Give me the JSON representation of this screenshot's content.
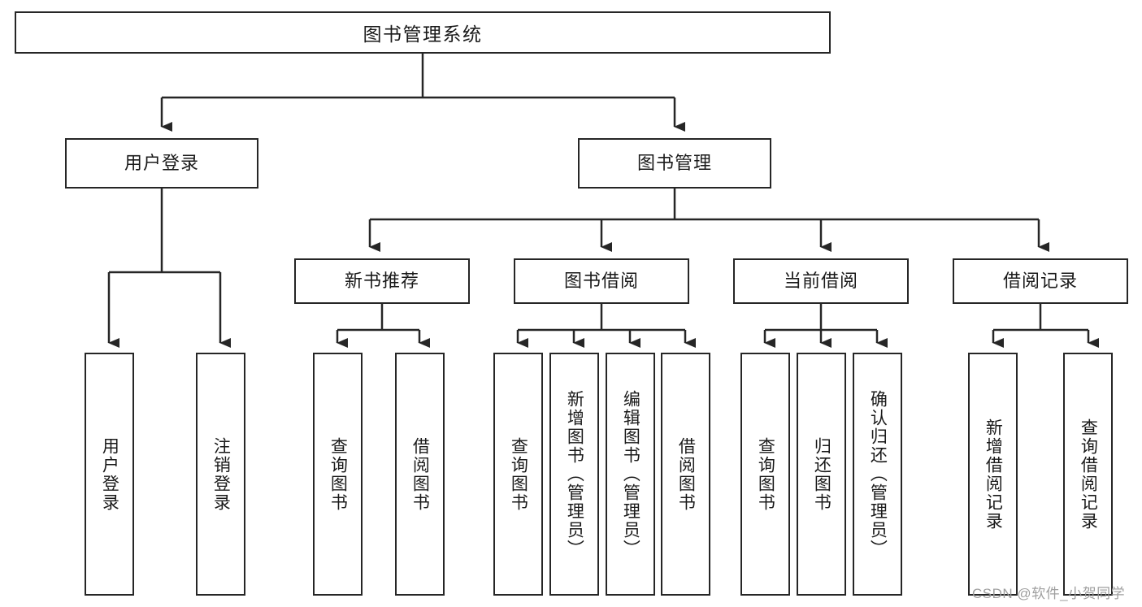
{
  "diagram": {
    "type": "tree-hierarchy",
    "title": "图书管理系统",
    "root": {
      "label": "图书管理系统"
    },
    "level2": [
      {
        "id": "user-login",
        "label": "用户登录"
      },
      {
        "id": "book-manage",
        "label": "图书管理"
      }
    ],
    "level3": [
      {
        "id": "new-book-rec",
        "label": "新书推荐",
        "parent": "book-manage"
      },
      {
        "id": "book-borrow",
        "label": "图书借阅",
        "parent": "book-manage"
      },
      {
        "id": "current-borrow",
        "label": "当前借阅",
        "parent": "book-manage"
      },
      {
        "id": "borrow-record",
        "label": "借阅记录",
        "parent": "book-manage"
      }
    ],
    "leaves": [
      {
        "id": "leaf-user-login",
        "label": "用户登录",
        "parent": "user-login"
      },
      {
        "id": "leaf-user-logout",
        "label": "注销登录",
        "parent": "user-login"
      },
      {
        "id": "leaf-query-book-1",
        "label": "查询图书",
        "parent": "new-book-rec"
      },
      {
        "id": "leaf-borrow-book-1",
        "label": "借阅图书",
        "parent": "new-book-rec"
      },
      {
        "id": "leaf-query-book-2",
        "label": "查询图书",
        "parent": "book-borrow"
      },
      {
        "id": "leaf-add-book",
        "label": "新增图书（管理员）",
        "parent": "book-borrow"
      },
      {
        "id": "leaf-edit-book",
        "label": "编辑图书（管理员）",
        "parent": "book-borrow"
      },
      {
        "id": "leaf-borrow-book-2",
        "label": "借阅图书",
        "parent": "book-borrow"
      },
      {
        "id": "leaf-query-book-3",
        "label": "查询图书",
        "parent": "current-borrow"
      },
      {
        "id": "leaf-return-book",
        "label": "归还图书",
        "parent": "current-borrow"
      },
      {
        "id": "leaf-confirm-return",
        "label": "确认归还（管理员）",
        "parent": "current-borrow"
      },
      {
        "id": "leaf-add-record",
        "label": "新增借阅记录",
        "parent": "borrow-record"
      },
      {
        "id": "leaf-query-record",
        "label": "查询借阅记录",
        "parent": "borrow-record"
      }
    ],
    "colors": {
      "stroke": "#262626",
      "fill": "#ffffff",
      "text": "#1a1a1a",
      "watermark": "#9a9a9a"
    }
  },
  "watermark": {
    "text": "CSDN @软件_小贺同学"
  }
}
